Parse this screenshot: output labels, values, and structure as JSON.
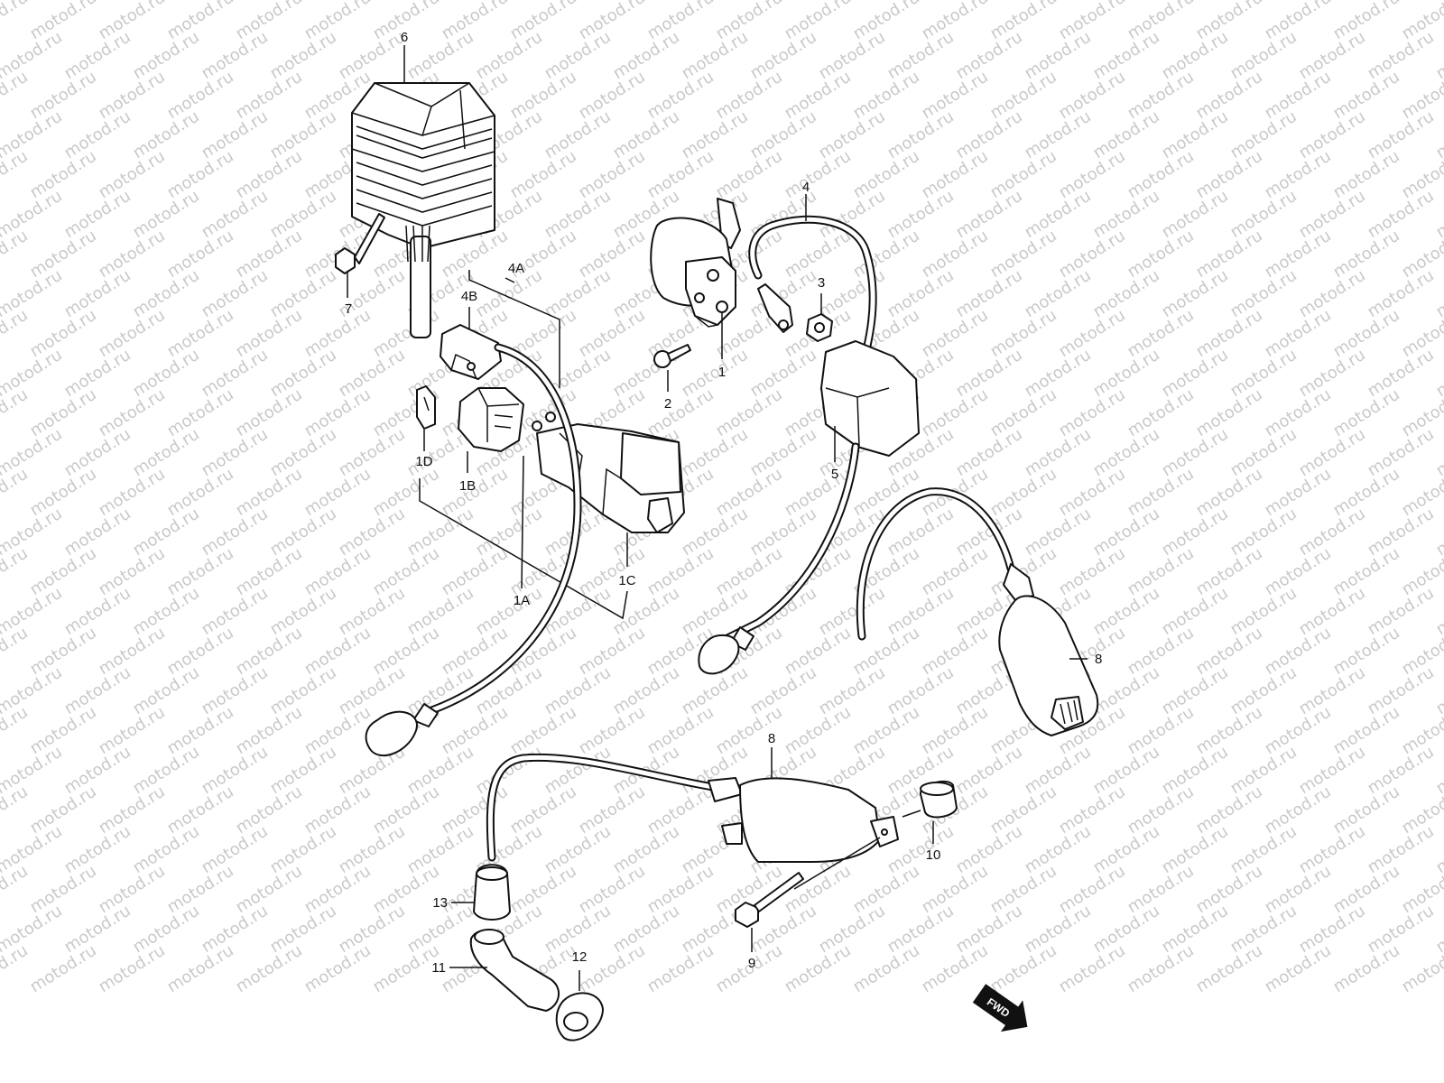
{
  "watermark": {
    "text": "motod.ru",
    "color": "#c9c9c9"
  },
  "labels": {
    "p6": "6",
    "p7": "7",
    "p4a": "4A",
    "p4b": "4B",
    "p1d": "1D",
    "p1b": "1B",
    "p1c": "1C",
    "p1a": "1A",
    "p4": "4",
    "p3": "3",
    "p1": "1",
    "p2": "2",
    "p5": "5",
    "p8_upper": "8",
    "p8_lower": "8",
    "p10": "10",
    "p9": "9",
    "p13": "13",
    "p11": "11",
    "p12": "12",
    "fwd": "FWD"
  },
  "fwd_icon": "fwd-arrow-icon"
}
